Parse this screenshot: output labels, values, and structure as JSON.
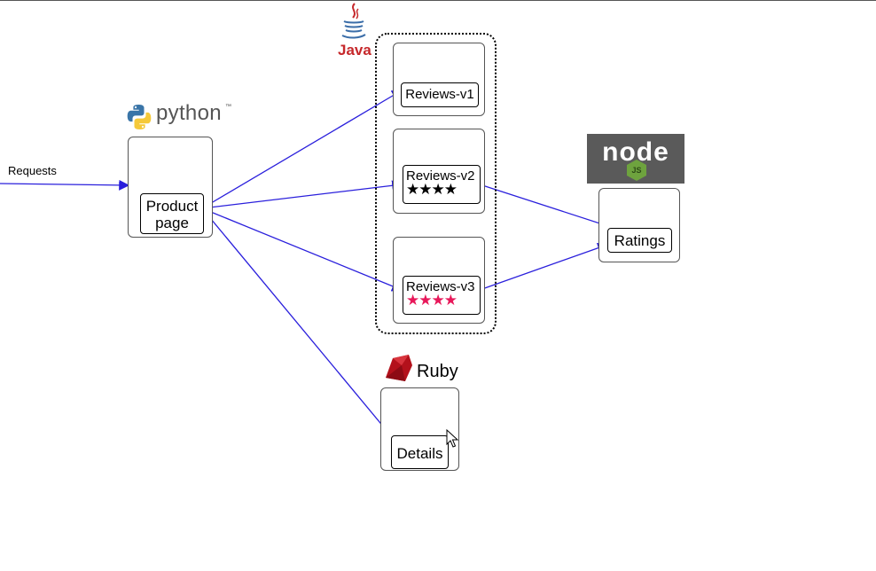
{
  "requests_label": "Requests",
  "logos": {
    "python": {
      "name": "python",
      "trademark": "™",
      "icon": "python-logo"
    },
    "java": {
      "name": "Java",
      "icon": "java-cup-logo",
      "color": "#c6282b"
    },
    "ruby": {
      "name": "Ruby",
      "icon": "ruby-gem-logo",
      "color": "#b3111b"
    },
    "node": {
      "name": "node",
      "icon": "nodejs-logo",
      "badge": "JS",
      "color": "#6ea33e"
    }
  },
  "services": {
    "productpage": {
      "line1": "Product",
      "line2": "page"
    },
    "reviews_v1": {
      "label": "Reviews-v1"
    },
    "reviews_v2": {
      "label": "Reviews-v2",
      "stars": "★★★★",
      "star_color": "#000000"
    },
    "reviews_v3": {
      "label": "Reviews-v3",
      "stars": "★★★★",
      "star_color": "#e8185a"
    },
    "ratings": {
      "label": "Ratings"
    },
    "details": {
      "label": "Details"
    }
  },
  "colors": {
    "edge": "#2a1fdc"
  }
}
